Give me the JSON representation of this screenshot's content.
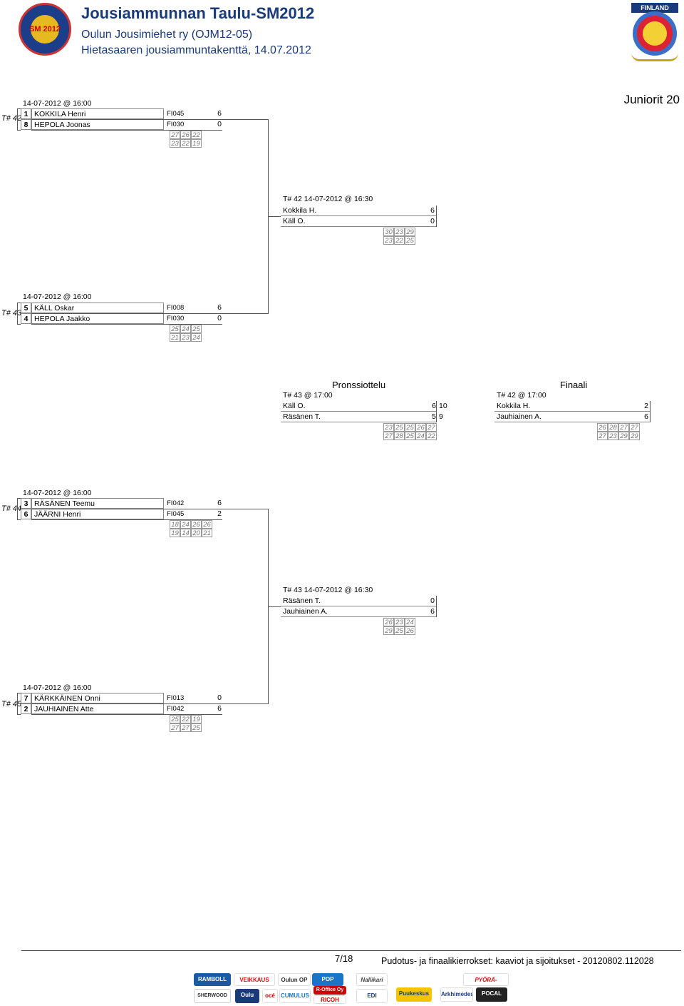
{
  "header": {
    "title": "Jousiammunnan Taulu-SM2012",
    "organizer": "Oulun Jousimiehet ry (OJM12-05)",
    "venue": "Hietasaaren jousiammuntakenttä, 14.07.2012",
    "logo_right_text": "FINLAND",
    "logo_left_text": "SM 2012"
  },
  "division": "Juniorit 20",
  "first_round": [
    {
      "target": "T# 42",
      "time": "14-07-2012 @ 16:00",
      "archers": [
        {
          "seed": "1",
          "name": "KOKKILA Henri",
          "club": "FI045",
          "pts": "6"
        },
        {
          "seed": "8",
          "name": "HEPOLA Joonas",
          "club": "FI030",
          "pts": "0"
        }
      ],
      "scores": [
        [
          "27",
          "26",
          "22"
        ],
        [
          "23",
          "22",
          "19"
        ]
      ]
    },
    {
      "target": "T# 43",
      "time": "14-07-2012 @ 16:00",
      "archers": [
        {
          "seed": "5",
          "name": "KÄLL Oskar",
          "club": "FI008",
          "pts": "6"
        },
        {
          "seed": "4",
          "name": "HEPOLA Jaakko",
          "club": "FI030",
          "pts": "0"
        }
      ],
      "scores": [
        [
          "25",
          "24",
          "25"
        ],
        [
          "21",
          "23",
          "24"
        ]
      ]
    },
    {
      "target": "T# 44",
      "time": "14-07-2012 @ 16:00",
      "archers": [
        {
          "seed": "3",
          "name": "RÄSÄNEN Teemu",
          "club": "FI042",
          "pts": "6"
        },
        {
          "seed": "6",
          "name": "JÄÄRNI Henri",
          "club": "FI045",
          "pts": "2"
        }
      ],
      "scores": [
        [
          "18",
          "24",
          "26",
          "26"
        ],
        [
          "19",
          "14",
          "20",
          "21"
        ]
      ]
    },
    {
      "target": "T# 45",
      "time": "14-07-2012 @ 16:00",
      "archers": [
        {
          "seed": "7",
          "name": "KÄRKKÄINEN Onni",
          "club": "FI013",
          "pts": "0"
        },
        {
          "seed": "2",
          "name": "JAUHIAINEN Atte",
          "club": "FI042",
          "pts": "6"
        }
      ],
      "scores": [
        [
          "25",
          "22",
          "19"
        ],
        [
          "27",
          "27",
          "25"
        ]
      ]
    }
  ],
  "semis": [
    {
      "header": "T# 42 14-07-2012 @ 16:30",
      "archers": [
        {
          "name": "Kokkila H.",
          "pts": "6"
        },
        {
          "name": "Käll O.",
          "pts": "0"
        }
      ],
      "scores": [
        [
          "30",
          "23",
          "29"
        ],
        [
          "23",
          "22",
          "25"
        ]
      ]
    },
    {
      "header": "T# 43 14-07-2012 @ 16:30",
      "archers": [
        {
          "name": "Räsänen T.",
          "pts": "0"
        },
        {
          "name": "Jauhiainen A.",
          "pts": "6"
        }
      ],
      "scores": [
        [
          "26",
          "23",
          "24"
        ],
        [
          "29",
          "25",
          "26"
        ]
      ]
    }
  ],
  "bronze": {
    "title": "Pronssiottelu",
    "header": "T# 43 @ 17:00",
    "archers": [
      {
        "name": "Käll O.",
        "pts": "6",
        "extra": "10"
      },
      {
        "name": "Räsänen T.",
        "pts": "5",
        "extra": "9"
      }
    ],
    "scores": [
      [
        "23",
        "25",
        "25",
        "26",
        "27"
      ],
      [
        "27",
        "28",
        "25",
        "24",
        "22"
      ]
    ]
  },
  "final": {
    "title": "Finaali",
    "header": "T# 42 @ 17:00",
    "archers": [
      {
        "name": "Kokkila H.",
        "pts": "2"
      },
      {
        "name": "Jauhiainen A.",
        "pts": "6"
      }
    ],
    "scores": [
      [
        "26",
        "28",
        "27",
        "27"
      ],
      [
        "27",
        "23",
        "29",
        "29"
      ]
    ]
  },
  "footer": {
    "page": "7/18",
    "doc": "Pudotus- ja finaalikierrokset: kaaviot ja sijoitukset - 20120802.112028",
    "sponsors": [
      "RAMBOLL",
      "VEIKKAUS",
      "Oulun OP",
      "POP Pankki",
      "Nallikari",
      "PYÖRÄ-SUVALA",
      "SHERWOOD SHOP",
      "Oulu",
      "océ",
      "CUMULUS",
      "R-Office Oy",
      "RICOH",
      "EDI Archery",
      "Puukeskus",
      "Arkhimedes",
      "POCAL"
    ]
  }
}
